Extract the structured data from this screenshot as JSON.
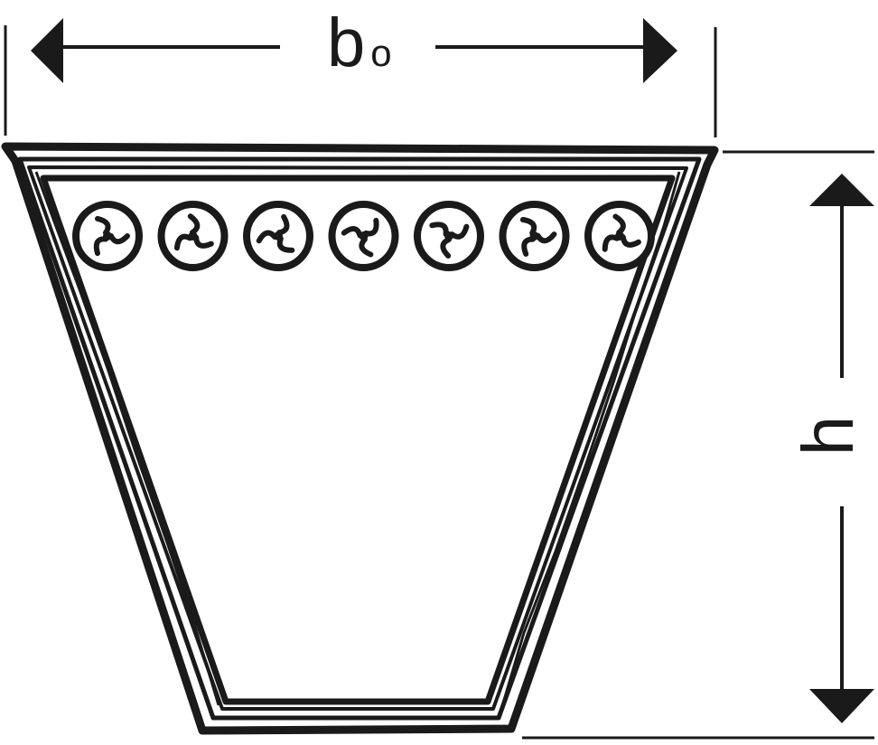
{
  "diagram": {
    "top_width_label": {
      "main": "b",
      "subscript": "o"
    },
    "height_label": "h",
    "cord_count": 7,
    "colors": {
      "line": "#1a1a1a",
      "background": "#ffffff"
    }
  }
}
